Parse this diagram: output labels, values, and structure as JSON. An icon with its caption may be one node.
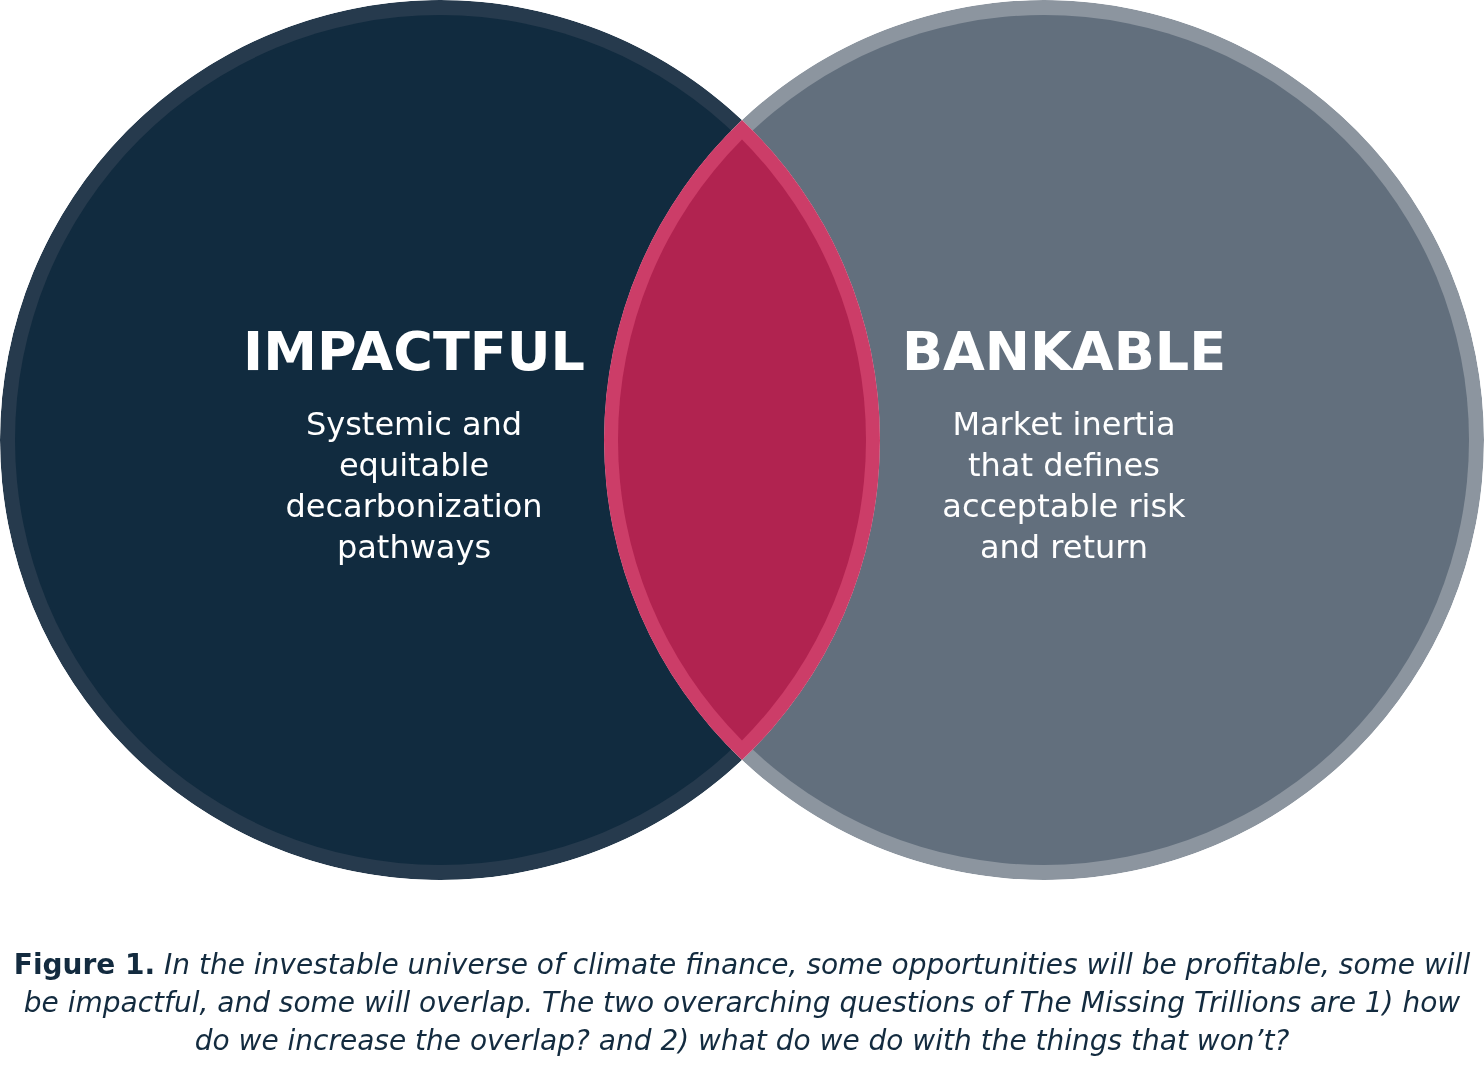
{
  "diagram": {
    "caption": "**Figure 1.** *In the investable universe of climate finance, some opportunities will be profitable, some will be impactful, and some will overlap. The two overarching questions of The Missing Trillions are 1) how do we increase the overlap? and 2) what do we do with the things that won’t?*",
    "nodes": [
      {
        "text": [
          "IMPACTFUL",
          "Systemic and equitable decarbonization pathways"
        ]
      },
      {
        "text": [
          "BANKABLE",
          "Market inertia that defines acceptable risk and return"
        ]
      },
      {
        "text": [],
        "shape": "lens"
      }
    ]
  }
}
